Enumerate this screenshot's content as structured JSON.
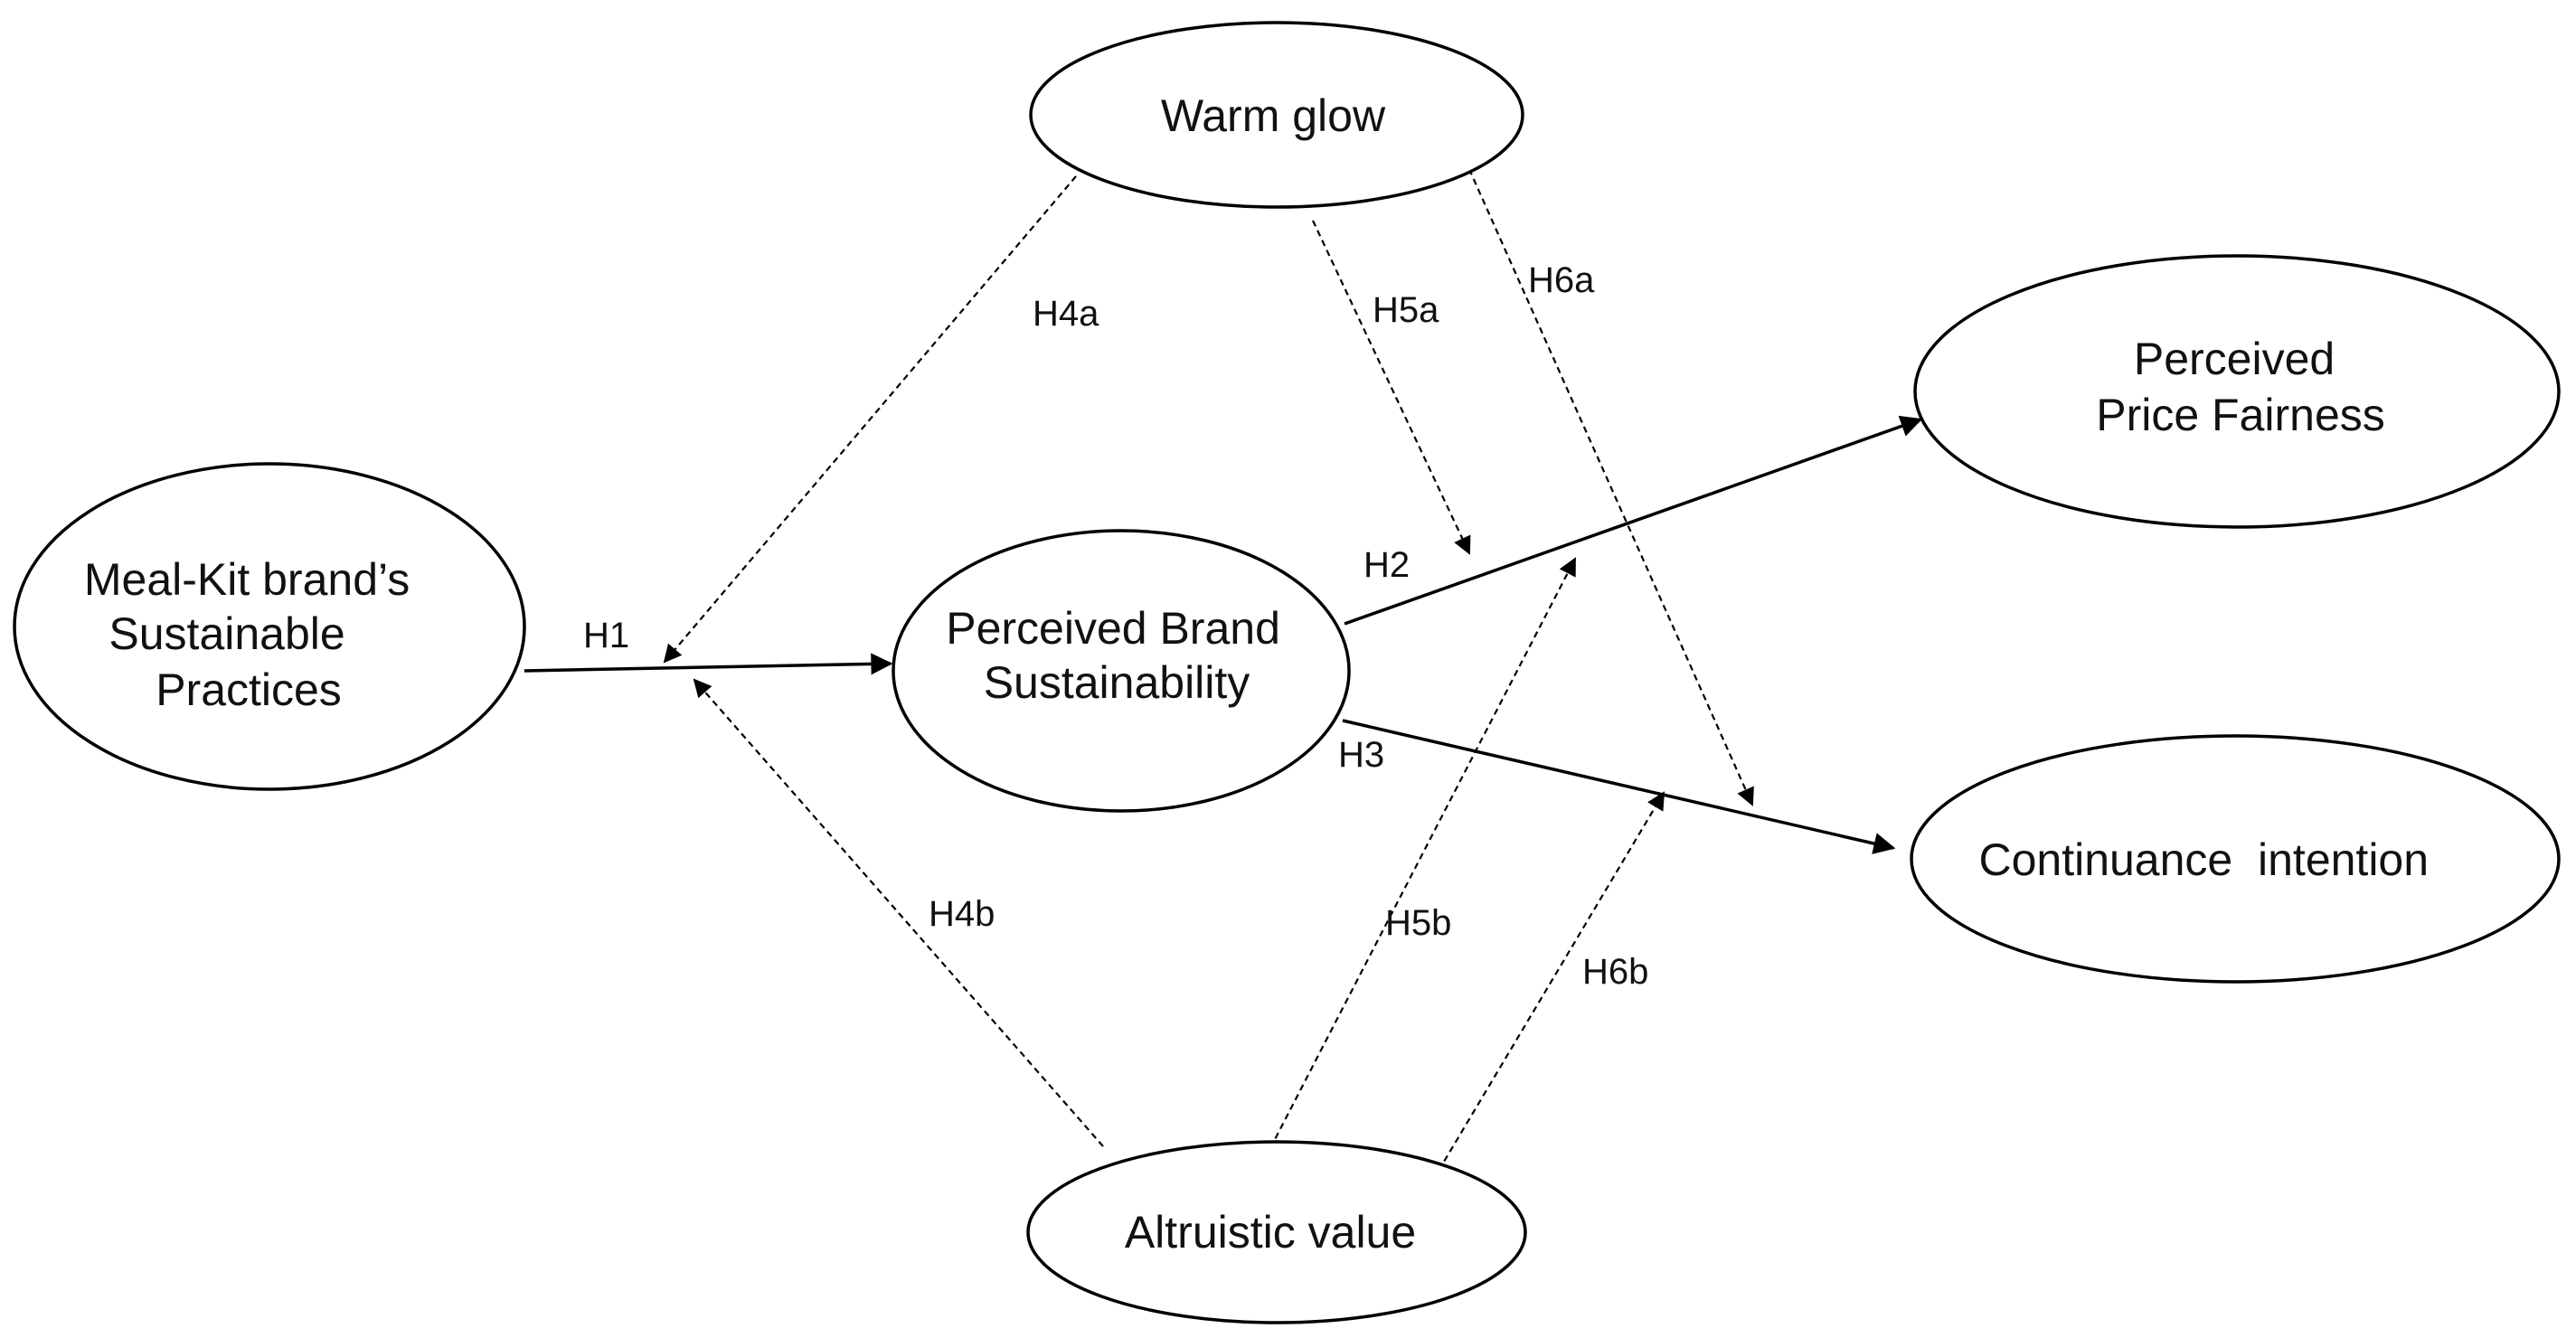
{
  "nodes": {
    "practices": {
      "lines": [
        "Meal-Kit brand’s",
        "Sustainable",
        "Practices"
      ]
    },
    "pbs": {
      "lines": [
        "Perceived Brand",
        "Sustainability"
      ]
    },
    "warm_glow": {
      "lines": [
        "Warm glow"
      ]
    },
    "altruistic": {
      "lines": [
        "Altruistic value"
      ]
    },
    "price_fairness": {
      "lines": [
        "Perceived",
        "Price Fairness"
      ]
    },
    "continuance": {
      "lines": [
        "Continuance  intention"
      ]
    }
  },
  "edges": {
    "h1": {
      "label": "H1",
      "from": "practices",
      "to": "pbs",
      "style": "solid"
    },
    "h2": {
      "label": "H2",
      "from": "pbs",
      "to": "price_fairness",
      "style": "solid"
    },
    "h3": {
      "label": "H3",
      "from": "pbs",
      "to": "continuance",
      "style": "solid"
    },
    "h4a": {
      "label": "H4a",
      "from": "warm_glow",
      "to": "h1",
      "style": "dashed"
    },
    "h4b": {
      "label": "H4b",
      "from": "altruistic",
      "to": "h1",
      "style": "dashed"
    },
    "h5a": {
      "label": "H5a",
      "from": "warm_glow",
      "to": "h2",
      "style": "dashed"
    },
    "h5b": {
      "label": "H5b",
      "from": "altruistic",
      "to": "h2",
      "style": "dashed"
    },
    "h6a": {
      "label": "H6a",
      "from": "warm_glow",
      "to": "h3",
      "style": "dashed"
    },
    "h6b": {
      "label": "H6b",
      "from": "altruistic",
      "to": "h3",
      "style": "dashed"
    }
  }
}
